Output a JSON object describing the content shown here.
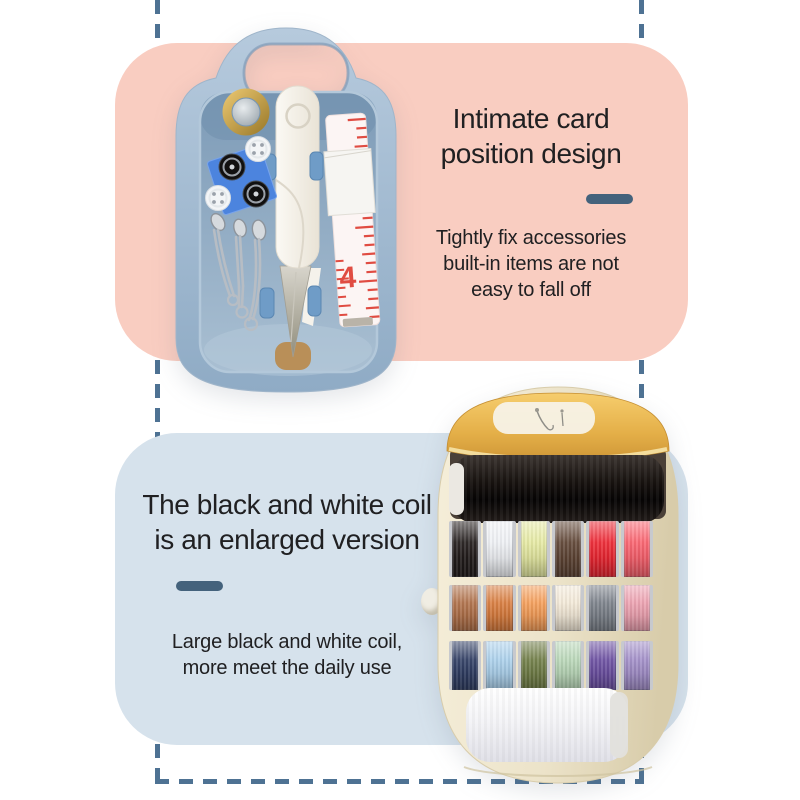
{
  "colors": {
    "background": "#ffffff",
    "pink_panel": "#f9cdc1",
    "blue_panel": "#d6e2ec",
    "accent_dash": "#44627c",
    "dashed_border": "#4e7293",
    "text": "#202022",
    "top_box_blue": "#9db6cd",
    "top_box_tray": "#7e9cb8",
    "bottom_box_cream": "#ece3ca",
    "lid_gold": "#e2aa4b",
    "tape_red": "#e04c42"
  },
  "top_section": {
    "heading_line1": "Intimate card",
    "heading_line2": "position design",
    "body_line1": "Tightly fix accessories",
    "body_line2": "built-in items are not",
    "body_line3": "easy to fall off"
  },
  "bottom_section": {
    "heading_line1": "The black and white coil",
    "heading_line2": "is an enlarged version",
    "body_line1": "Large black and white coil,",
    "body_line2": "more meet the daily use"
  },
  "top_box": {
    "items": [
      "thimble",
      "buttons",
      "snap-fasteners",
      "safety-pins",
      "thread-snips",
      "measuring-tape",
      "retainer-clips"
    ],
    "tape_number": "4"
  },
  "bottom_box": {
    "large_spools": [
      "black",
      "white"
    ],
    "bobbin_rows": [
      [
        "#221c1b",
        "#eef0f4",
        "#e5e9a0",
        "#5f4434",
        "#ee2531",
        "#fb606c"
      ],
      [
        "#b07048",
        "#d97b3c",
        "#f59d57",
        "#f3e9d7",
        "#7a8089",
        "#eda0af"
      ],
      [
        "#2f3d63",
        "#aad0ec",
        "#707d46",
        "#b8d7b7",
        "#6b4fa2",
        "#a18dc8"
      ]
    ]
  }
}
